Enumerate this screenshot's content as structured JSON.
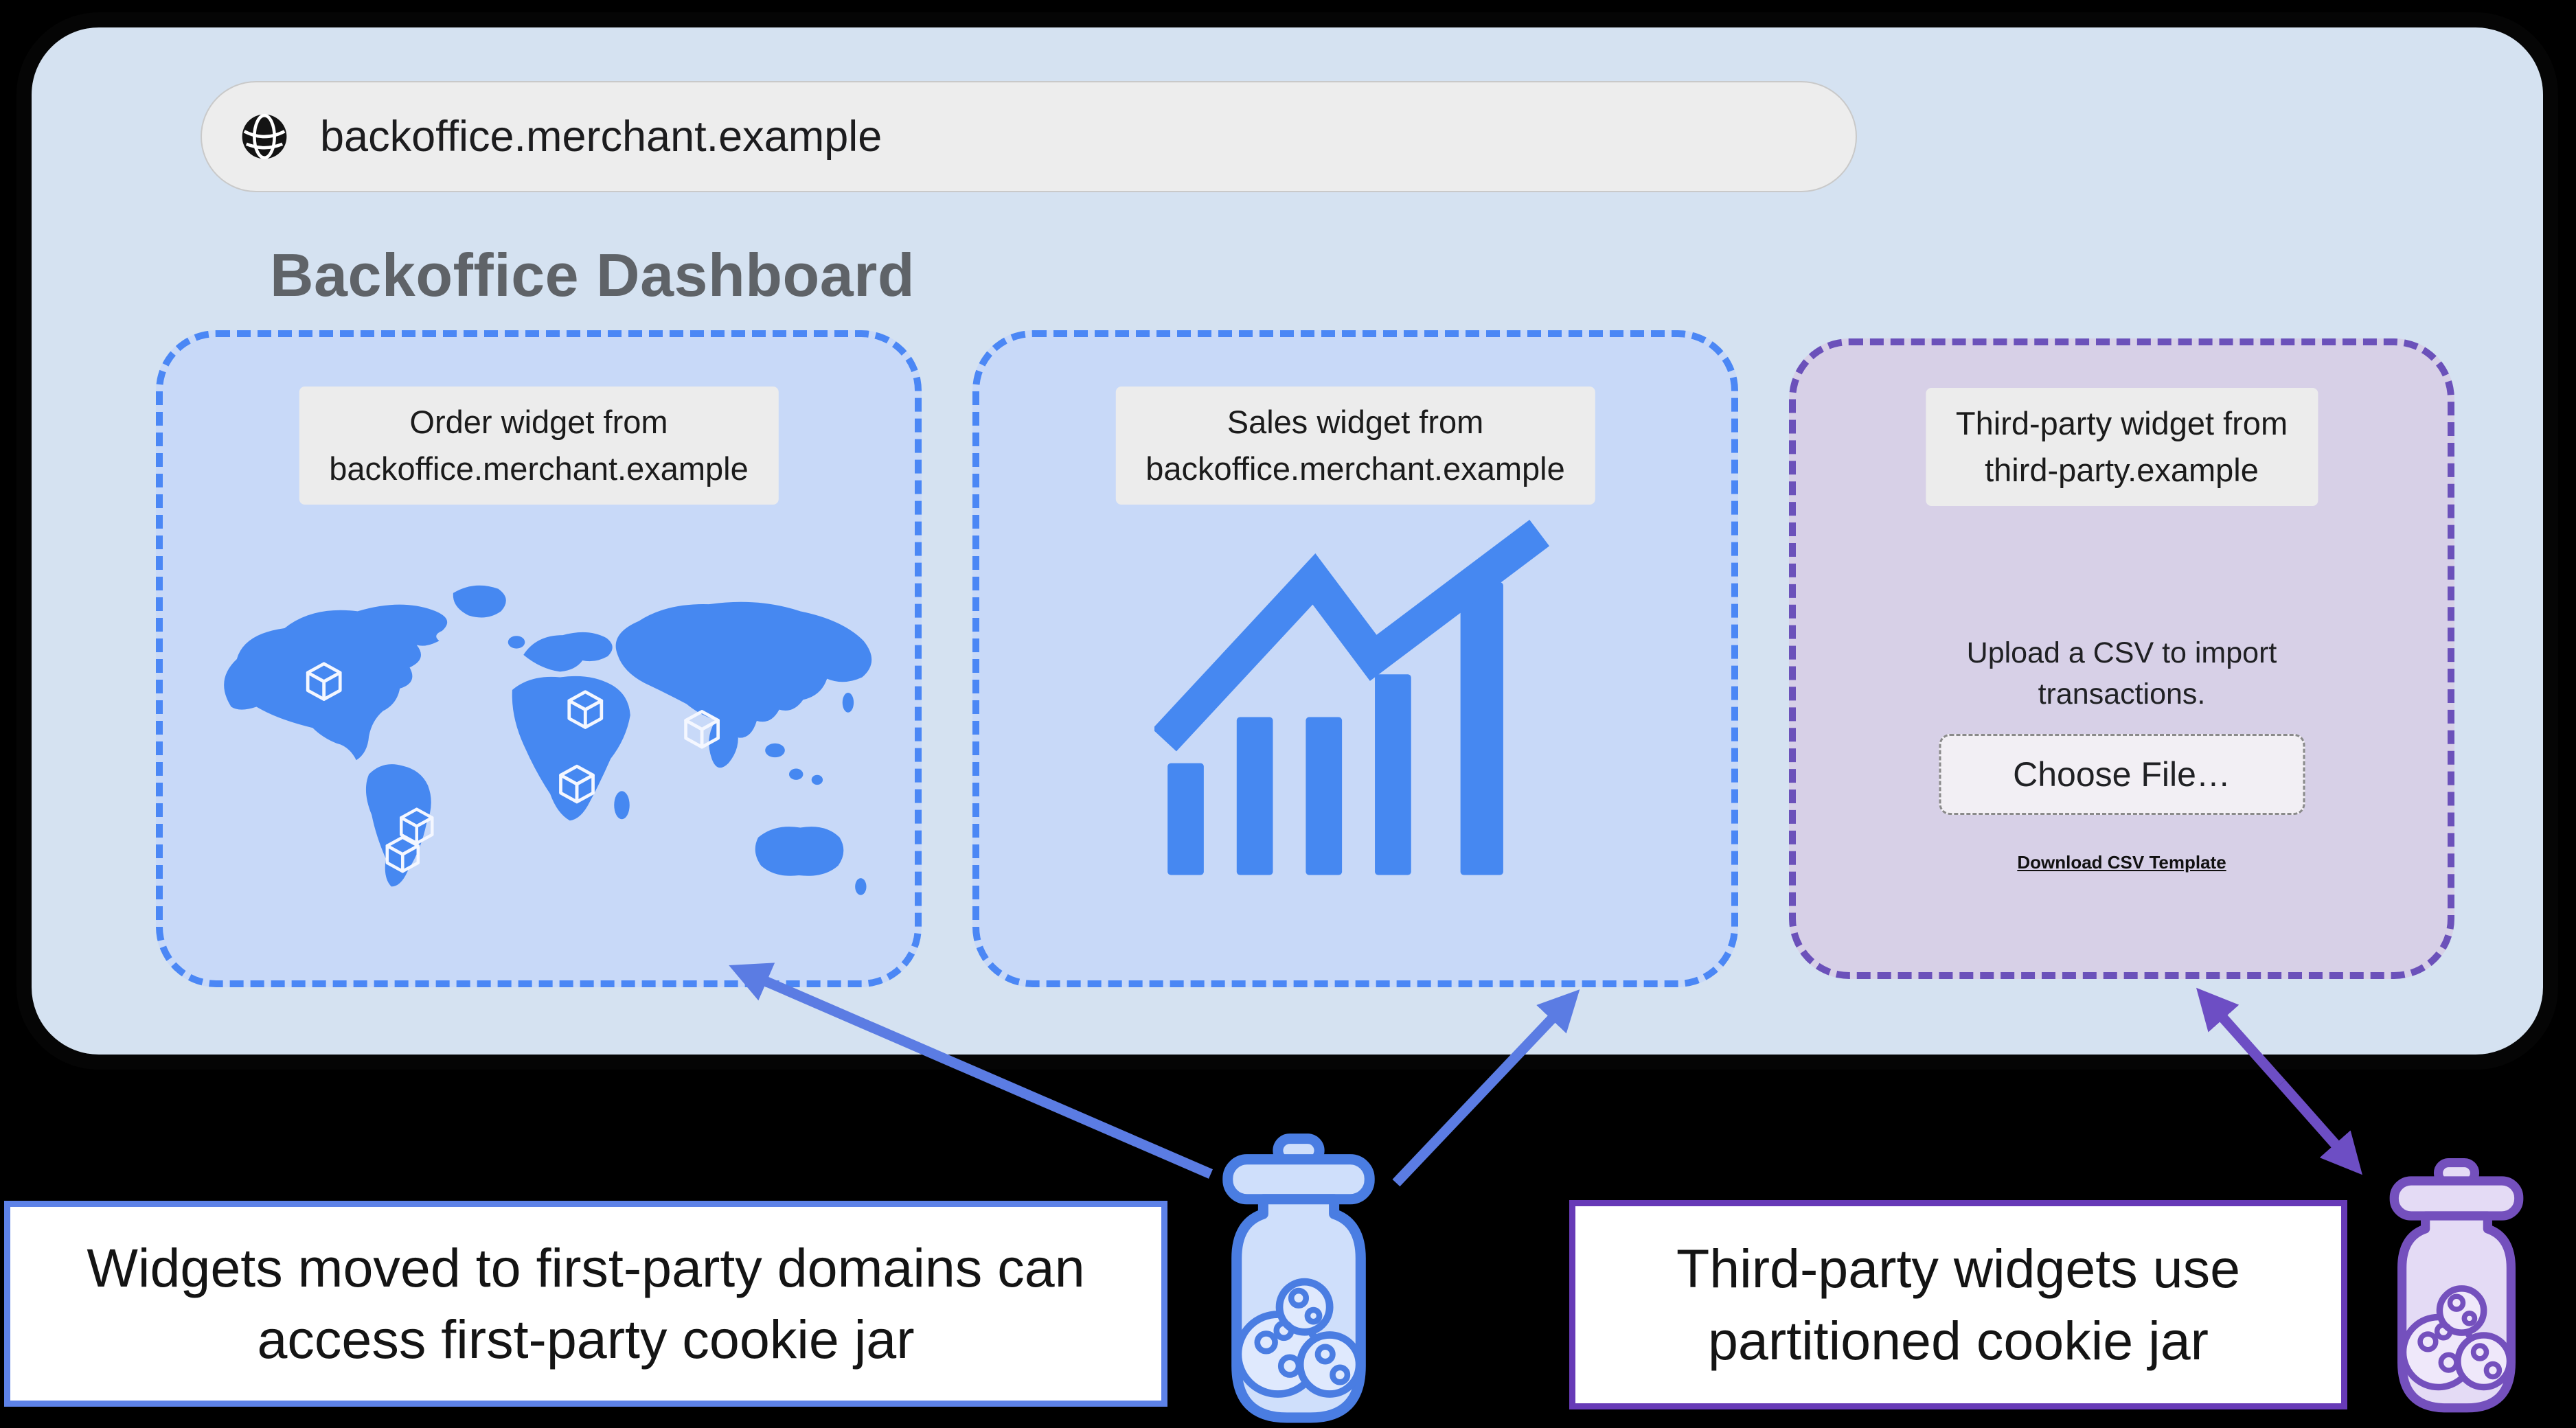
{
  "colors": {
    "accent_blue": "#4688f1",
    "dashed_blue_border": "#4b87f5",
    "arrow_blue": "#5b7ce3",
    "accent_purple": "#673ab7",
    "dashed_purple_border": "#6b51ba",
    "arrow_purple": "#6d4ec4",
    "window_background": "#d5e2f1",
    "blue_card_background": "#c8d9f8",
    "purple_card_background": "#d7d0e7",
    "label_background": "#ececec",
    "heading_gray": "#5f6368",
    "frame_black": "#000000"
  },
  "browser": {
    "url": "backoffice.merchant.example",
    "heading": "Backoffice Dashboard"
  },
  "widgets": {
    "order": {
      "label_line1": "Order widget from",
      "label_line2": "backoffice.merchant.example"
    },
    "sales": {
      "label_line1": "Sales widget from",
      "label_line2": "backoffice.merchant.example"
    },
    "third_party": {
      "label_line1": "Third-party widget from",
      "label_line2": "third-party.example",
      "body_text": "Upload a CSV to import transactions.",
      "button_label": "Choose File…",
      "link_label": "Download CSV Template"
    }
  },
  "captions": {
    "first_party": "Widgets moved to first-party domains can access first-party cookie jar",
    "third_party": "Third-party widgets use partitioned cookie jar"
  },
  "icons": {
    "globe-icon": "black circle globe in address bar",
    "world-map-icon": "blue world map in order widget",
    "package-icon": "small 3d cube markers on map",
    "bar-chart-icon": "blue bar chart with trend line in sales widget",
    "cookie-jar-blue-icon": "first-party cookie jar",
    "cookie-jar-purple-icon": "partitioned cookie jar",
    "arrow-blue": "arrows from first-party jar to first-party widgets",
    "arrow-purple": "double-headed arrow between third-party widget and partitioned jar"
  }
}
